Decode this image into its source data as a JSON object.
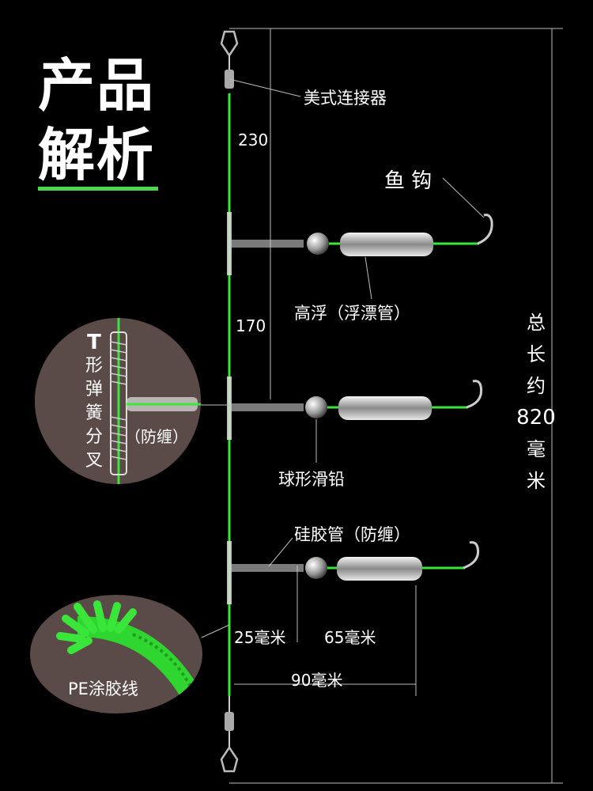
{
  "title": {
    "line1": "产品",
    "line2": "解析"
  },
  "colors": {
    "line": "#39e639",
    "accent": "#4cd84c",
    "circle": "#5a4b48",
    "text": "#ffffff"
  },
  "labels": {
    "connector": "美式连接器",
    "hook": "鱼 钩",
    "float_tube": "高浮（浮漂管）",
    "ball_sinker": "球形滑铅",
    "silicone_tube": "硅胶管（防缠）",
    "pe_line": "PE涂胶线"
  },
  "dimensions": {
    "d230": "230",
    "d170": "170",
    "d25": "25毫米",
    "d65": "65毫米",
    "d90": "90毫米"
  },
  "total_length": {
    "chars": [
      "总",
      "长",
      "约",
      "820",
      "毫",
      "米"
    ]
  },
  "t_spring": {
    "chars": [
      "T",
      "形",
      "弹",
      "簧",
      "分",
      "叉"
    ],
    "anti_tangle": "（防缠）"
  }
}
